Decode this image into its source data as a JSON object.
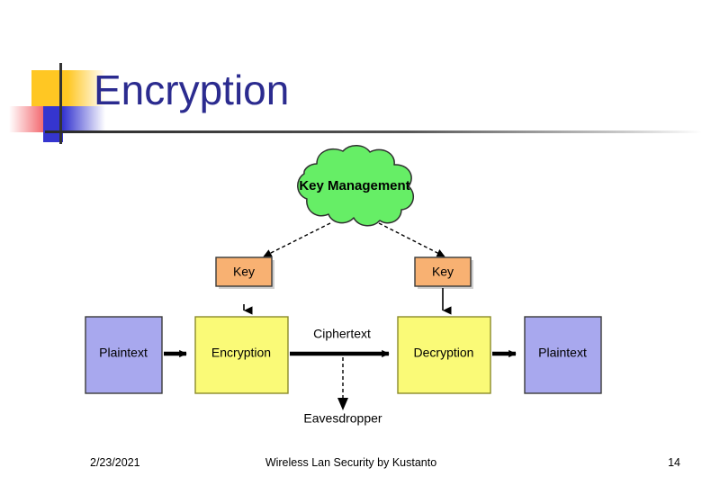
{
  "slide": {
    "title": "Encryption",
    "title_color": "#2B2B8F"
  },
  "decoration": {
    "yellow_color": "#FFC723",
    "red_color": "#F0444C",
    "blue_color": "#3535CF",
    "rule_color": "#2a2a2a"
  },
  "diagram": {
    "type": "flow-diagram",
    "nodes": {
      "cloud": {
        "label": "Key Management",
        "shape": "cloud",
        "fill": "#66EE66"
      },
      "key_left": {
        "label": "Key",
        "shape": "rect",
        "fill": "#F8B172"
      },
      "key_right": {
        "label": "Key",
        "shape": "rect",
        "fill": "#F8B172"
      },
      "plaintext_left": {
        "label": "Plaintext",
        "shape": "rect",
        "fill": "#A8A8EE"
      },
      "encryption": {
        "label": "Encryption",
        "shape": "rect",
        "fill": "#FAFA77"
      },
      "decryption": {
        "label": "Decryption",
        "shape": "rect",
        "fill": "#FAFA77"
      },
      "plaintext_right": {
        "label": "Plaintext",
        "shape": "rect",
        "fill": "#A8A8EE"
      }
    },
    "free_labels": {
      "ciphertext": "Ciphertext",
      "eavesdropper": "Eavesdropper"
    },
    "edges": [
      {
        "from": "cloud",
        "to": "key_left",
        "style": "dashed"
      },
      {
        "from": "cloud",
        "to": "key_right",
        "style": "dashed"
      },
      {
        "from": "key_left",
        "to": "encryption",
        "style": "solid-thin"
      },
      {
        "from": "key_right",
        "to": "decryption",
        "style": "solid-thin"
      },
      {
        "from": "plaintext_left",
        "to": "encryption",
        "style": "solid-thick"
      },
      {
        "from": "encryption",
        "to": "decryption",
        "style": "solid-thick",
        "label": "Ciphertext"
      },
      {
        "from": "decryption",
        "to": "plaintext_right",
        "style": "solid-thick"
      },
      {
        "from": "ciphertext-line",
        "to": "eavesdropper",
        "style": "dashed"
      }
    ]
  },
  "footer": {
    "date": "2/23/2021",
    "center": "Wireless Lan Security by Kustanto",
    "page": "14"
  }
}
